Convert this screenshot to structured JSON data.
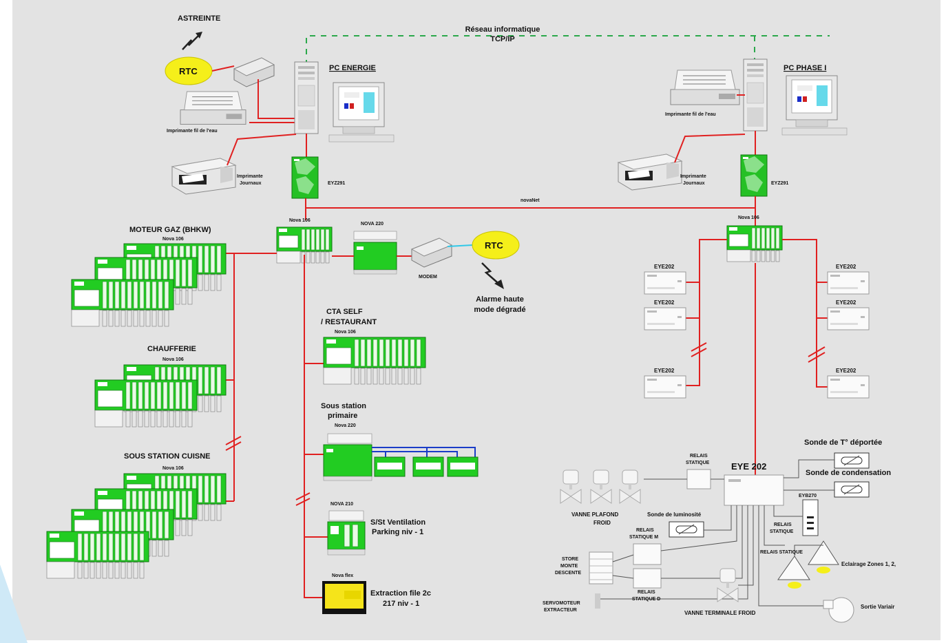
{
  "labels": {
    "astreinte": "ASTREINTE",
    "rtc_top": "RTC",
    "reseau_1": "Réseau informatique",
    "reseau_2": "TCP/IP",
    "pc_energie": "PC ENERGIE",
    "pc_phase": "PC PHASE I",
    "imprimante_fil_left": "Imprimante fil de l'eau",
    "imprimante_fil_right": "Imprimante fil de l'eau",
    "imprimante_journaux_left_1": "Imprimante",
    "imprimante_journaux_left_2": "Journaux",
    "imprimante_journaux_right_1": "Imprimante",
    "imprimante_journaux_right_2": "Journaux",
    "eyz_left": "EYZ291",
    "eyz_right": "EYZ291",
    "novanet": "novaNet",
    "nova106_center": "Nova 106",
    "nova220_center": "NOVA 220",
    "nova106_right": "Nova 106",
    "modem": "MODEM",
    "rtc_mid": "RTC",
    "alarme_1": "Alarme haute",
    "alarme_2": "mode dégradé",
    "moteur_gaz": "MOTEUR GAZ (BHKW)",
    "nova106_moteur": "Nova 106",
    "chaufferie": "CHAUFFERIE",
    "nova106_chauff": "Nova 106",
    "sous_station_cuisne": "SOUS STATION CUISNE",
    "nova106_cuisne": "Nova 106",
    "cta_self_1": "CTA SELF",
    "cta_self_2": "/ RESTAURANT",
    "nova106_cta": "Nova 106",
    "sous_station_prim_1": "Sous station",
    "sous_station_prim_2": "primaire",
    "nova220_prim": "Nova 220",
    "nova210": "NOVA 210",
    "ventilation_1": "S/St Ventilation",
    "ventilation_2": "Parking niv - 1",
    "nova_flex": "Nova flex",
    "extraction_1": "Extraction file 2c",
    "extraction_2": "217 niv - 1",
    "eye202_a": "EYE202",
    "eye202_b": "EYE202",
    "eye202_c": "EYE202",
    "eye202_d": "EYE202",
    "eye202_e": "EYE202",
    "eye202_f": "EYE202",
    "eye202_big": "EYE 202",
    "relais_statique_top_1": "RELAIS",
    "relais_statique_top_2": "STATIQUE",
    "sonde_deportee": "Sonde de T° déportée",
    "sonde_condensation": "Sonde de condensation",
    "eyb270": "EYB270",
    "sonde_luminosite": "Sonde de luminosité",
    "vanne_plafond_1": "VANNE PLAFOND",
    "vanne_plafond_2": "FROID",
    "relais_statique_m_1": "RELAIS",
    "relais_statique_m_2": "STATIQUE M",
    "relais_statique_r_1": "RELAIS",
    "relais_statique_r_2": "STATIQUE",
    "relais_statique_bar": "RELAIS STATIQUE",
    "eclairage": "Eclairage Zones 1, 2,",
    "store_1": "STORE",
    "store_2": "MONTE",
    "store_3": "DESCENTE",
    "relais_statique_d_1": "RELAIS",
    "relais_statique_d_2": "STATIQUE D",
    "servomoteur_1": "SERVOMOTEUR",
    "servomoteur_2": "EXTRACTEUR",
    "vanne_terminale": "VANNE TERMINALE FROID",
    "sortie_variair": "Sortie Variair"
  },
  "colors": {
    "bus": "#e02020",
    "network": "#2aa84a",
    "nova_green": "#22cc22",
    "rtc_yellow": "#f5ef1a",
    "modem_link": "#30c8e8",
    "primary_link": "#1a3cc8",
    "background": "#e3e3e3"
  }
}
